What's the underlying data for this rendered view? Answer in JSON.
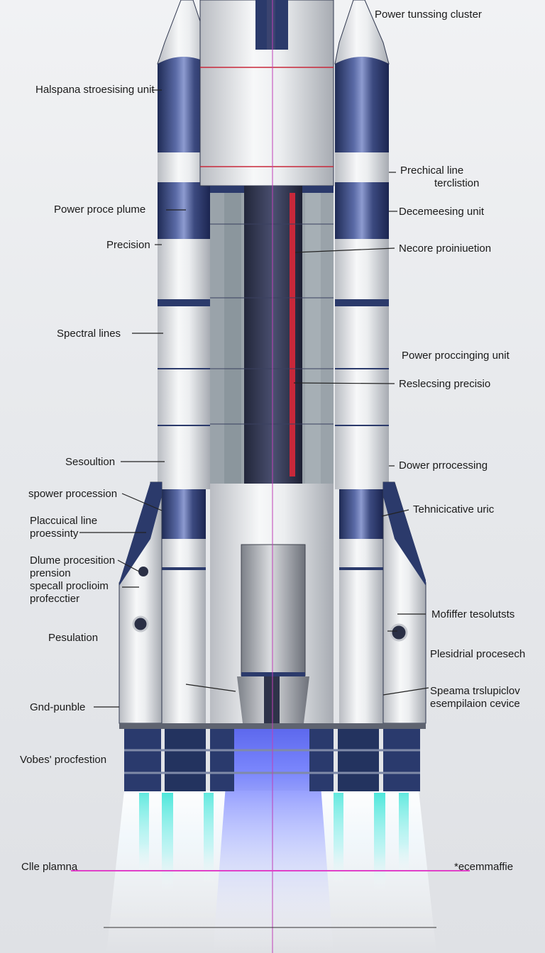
{
  "colors": {
    "background": "#e8eaed",
    "booster_navy": "#2b3a6b",
    "booster_white": "#eef0f2",
    "core_dark": "#2e3349",
    "accent_red": "#c8283a",
    "plume_cyan": "#35e0d8",
    "plume_blue": "#3a4df0",
    "guide_magenta": "#e040c8"
  },
  "labels": {
    "top_right": "Power tunssing cluster",
    "halspana": "Halspana stroesising unit",
    "prechical_l1": "Prechical line",
    "prechical_l2": "terclistion",
    "power_proce_plume": "Power proce plume",
    "decemeesing": "Decemeesing unit",
    "precision": "Precision",
    "necore": "Necore proiniuetion",
    "spectral": "Spectral lines",
    "power_proccinging": "Power proccinging unit",
    "reslecsing": "Reslecsing precisio",
    "sesoultion": "Sesoultion",
    "dower": "Dower prrocessing",
    "spower": "spower procession",
    "technicative": "Tehnicicative uric",
    "placcuical": "Placcuical line\nproessinty",
    "dlume": "Dlume procesition\nprension\nspecall proclioim\nprofecctier",
    "mofiffer": "Mofiffer tesolutsts",
    "pesulation": "Pesulation",
    "plesidrial": "Plesidrial procesech",
    "gnd_punble": "Gnd-punble",
    "speama": "Speama trslupiclov\nesempilaion cevice",
    "vobes": "Vobes' procfestion",
    "clle_plamna": "Clle plamna",
    "ecemmaffie": "*ecemmaffie"
  }
}
